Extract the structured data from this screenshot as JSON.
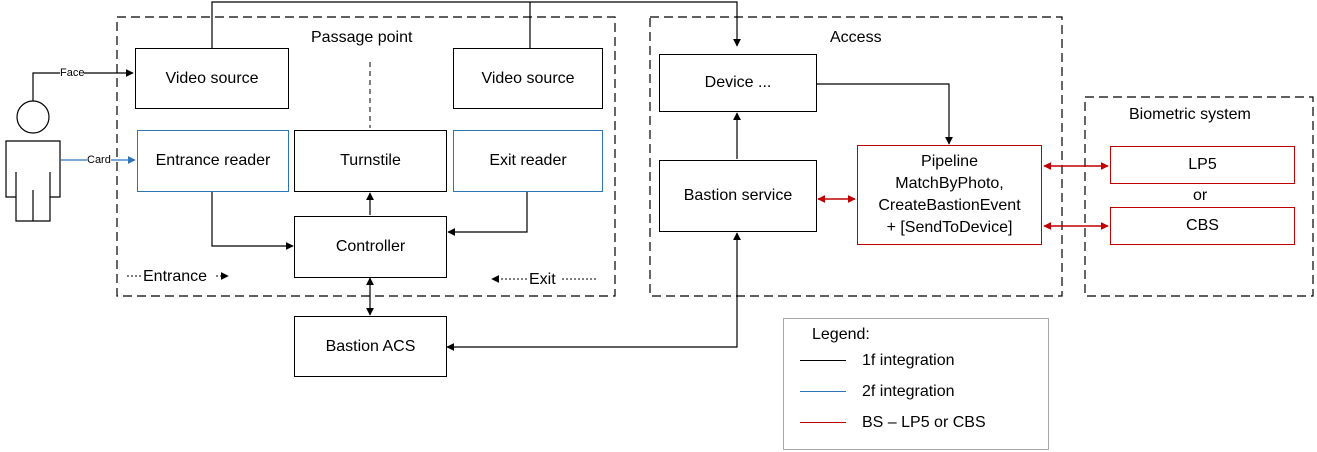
{
  "groups": {
    "passage_point": "Passage point",
    "access": "Access",
    "biometric_system": "Biometric system"
  },
  "blocks": {
    "video_source_left": "Video source",
    "video_source_right": "Video source",
    "entrance_reader": "Entrance reader",
    "turnstile": "Turnstile",
    "exit_reader": "Exit reader",
    "controller": "Controller",
    "bastion_acs": "Bastion ACS",
    "device": "Device ...",
    "bastion_service": "Bastion service",
    "pipeline_lines": [
      "Pipeline",
      "MatchByPhoto,",
      "CreateBastionEvent",
      "+ [SendToDevice]"
    ],
    "lp5": "LP5",
    "or": "or",
    "cbs": "CBS"
  },
  "edge_labels": {
    "face": "Face",
    "card": "Card",
    "entrance": "Entrance",
    "exit": "Exit"
  },
  "legend": {
    "title": "Legend:",
    "items": [
      {
        "label": "1f integration",
        "color": "#000000"
      },
      {
        "label": "2f integration",
        "color": "#2e75b6"
      },
      {
        "label": "BS – LP5 or CBS",
        "color": "#c00000"
      }
    ]
  },
  "colors": {
    "line_default": "#000000",
    "line_2f": "#2e75b6",
    "line_bs": "#c00000",
    "legend_border": "#a6a6a6"
  },
  "icons": {
    "person": "person-icon"
  }
}
